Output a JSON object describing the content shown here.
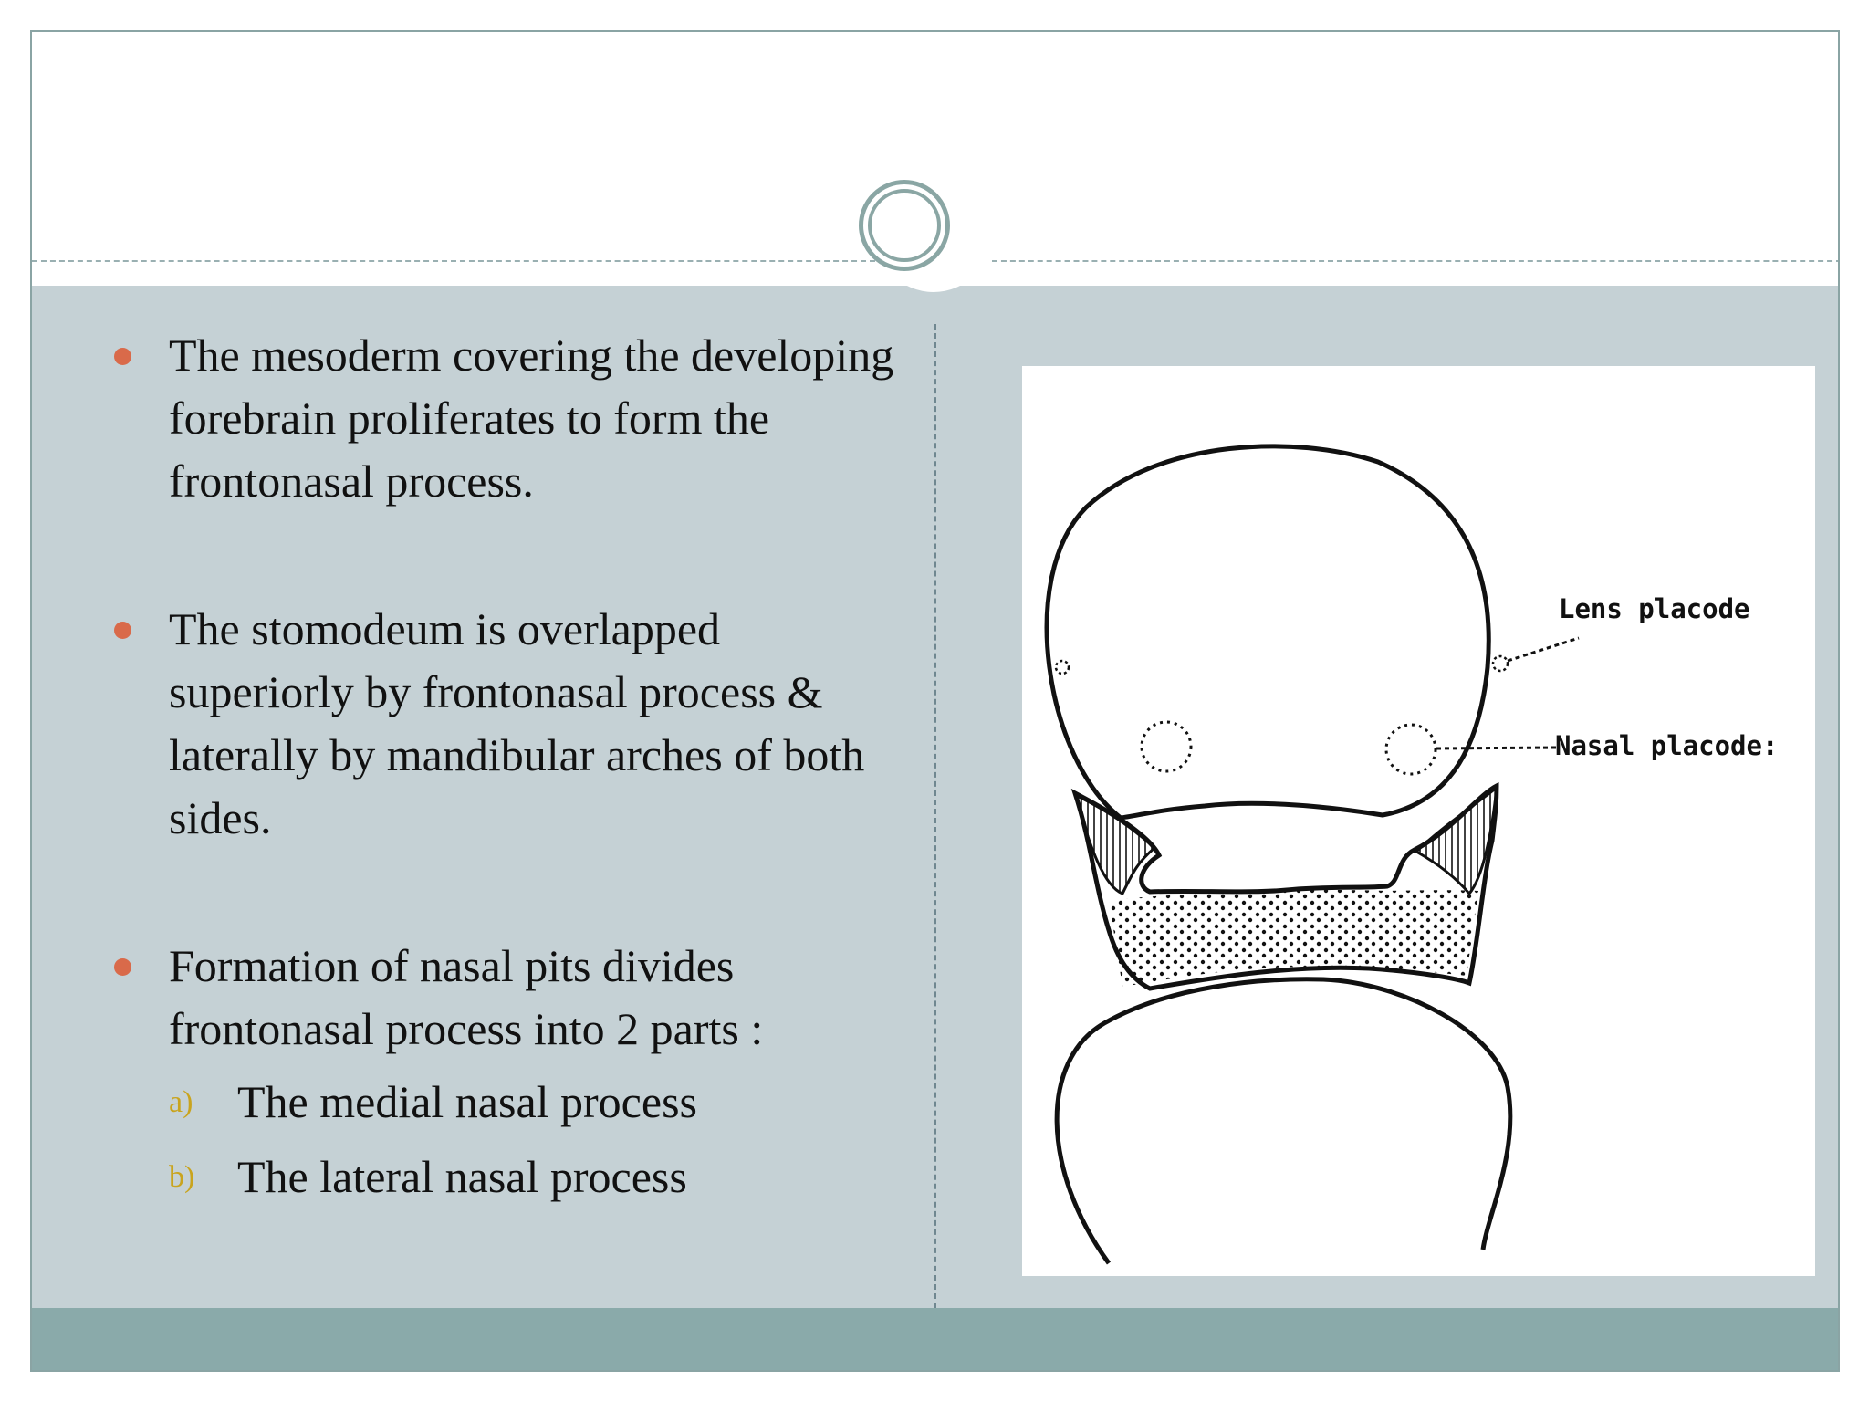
{
  "slide": {
    "bullets": [
      {
        "text": "The mesoderm covering the developing forebrain proliferates to form the frontonasal process."
      },
      {
        "text": "The stomodeum is overlapped superiorly by frontonasal process & laterally by mandibular arches of both sides."
      },
      {
        "text": "Formation of nasal pits divides frontonasal process into 2 parts :",
        "subitems": [
          {
            "marker": "a)",
            "text": "The medial nasal process"
          },
          {
            "marker": "b)",
            "text": "The lateral nasal process"
          }
        ]
      }
    ]
  },
  "figure": {
    "labels": {
      "lens": "Lens placode",
      "nasal": "Nasal placode:"
    }
  },
  "colors": {
    "content_bg": "#c5d1d5",
    "footer_band": "#8aaaaa",
    "bullet": "#d96a4a",
    "sub_marker": "#c9a41e",
    "ring": "#8aa6a4"
  }
}
